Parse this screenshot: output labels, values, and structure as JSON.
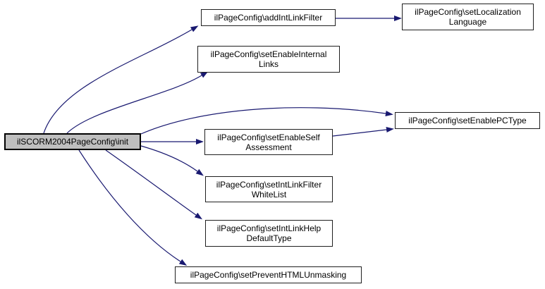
{
  "diagram": {
    "type": "call-graph",
    "colors": {
      "edge": "#191970",
      "node_border": "#1f1f1f",
      "node_fill": "#ffffff",
      "current_node_fill": "#bfbfbf",
      "background": "#ffffff"
    },
    "nodes": [
      {
        "id": "init",
        "label": "ilSCORM2004PageConfig\\init",
        "current": true
      },
      {
        "id": "addIntLinkFilter",
        "label": "ilPageConfig\\addIntLinkFilter"
      },
      {
        "id": "setEnableInternalLinks",
        "label": "ilPageConfig\\setEnableInternal\nLinks"
      },
      {
        "id": "setEnableSelfAssessment",
        "label": "ilPageConfig\\setEnableSelf\nAssessment"
      },
      {
        "id": "setIntLinkFilterWhiteList",
        "label": "ilPageConfig\\setIntLinkFilter\nWhiteList"
      },
      {
        "id": "setIntLinkHelpDefaultType",
        "label": "ilPageConfig\\setIntLinkHelp\nDefaultType"
      },
      {
        "id": "setPreventHTMLUnmasking",
        "label": "ilPageConfig\\setPreventHTMLUnmasking"
      },
      {
        "id": "setLocalizationLanguage",
        "label": "ilPageConfig\\setLocalization\nLanguage"
      },
      {
        "id": "setEnablePCType",
        "label": "ilPageConfig\\setEnablePCType"
      }
    ],
    "edges": [
      {
        "from": "init",
        "to": "addIntLinkFilter"
      },
      {
        "from": "init",
        "to": "setEnableInternalLinks"
      },
      {
        "from": "init",
        "to": "setEnablePCType"
      },
      {
        "from": "init",
        "to": "setEnableSelfAssessment"
      },
      {
        "from": "init",
        "to": "setIntLinkFilterWhiteList"
      },
      {
        "from": "init",
        "to": "setIntLinkHelpDefaultType"
      },
      {
        "from": "init",
        "to": "setPreventHTMLUnmasking"
      },
      {
        "from": "addIntLinkFilter",
        "to": "setLocalizationLanguage"
      },
      {
        "from": "setEnableSelfAssessment",
        "to": "setEnablePCType"
      }
    ]
  }
}
